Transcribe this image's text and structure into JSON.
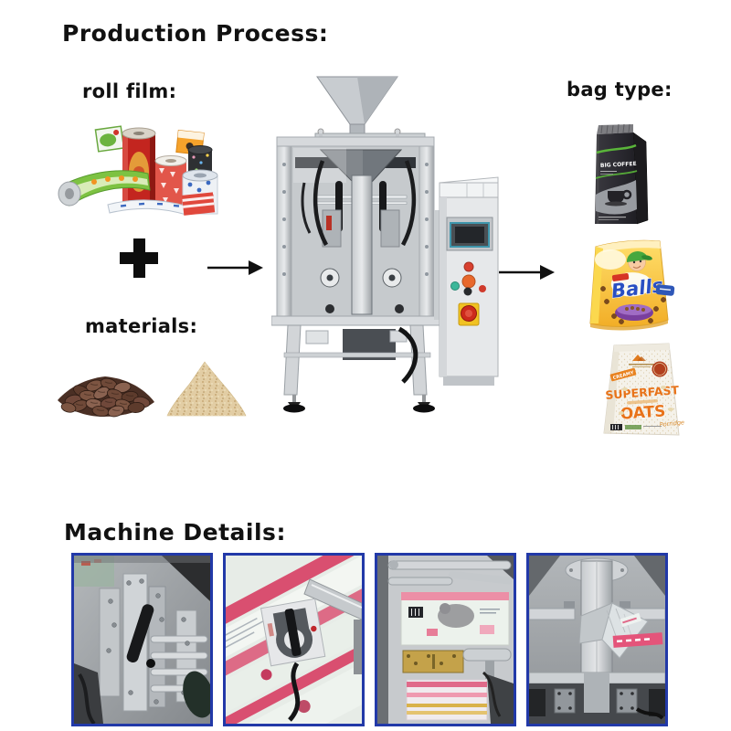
{
  "page": {
    "title": "Production Process:",
    "machine_details_title": "Machine Details:"
  },
  "labels": {
    "roll_film": "roll film:",
    "materials": "materials:",
    "bag_type": "bag type:"
  },
  "symbols": {
    "plus": "+"
  },
  "bags": {
    "coffee_brand": "BIG COFFEE",
    "snack_brand": "Balls",
    "oats_ribbon": "CREAMY",
    "oats_line1": "SUPERFAST",
    "oats_line2": "OATS",
    "oats_script": "Porridge"
  },
  "colors": {
    "background": "#ffffff",
    "text": "#111111",
    "photo_frame_blue": "#2239a8",
    "machine_steel": "#d9dcdf",
    "film_green": "#7dc242",
    "film_red": "#c3251f",
    "coffee_bag_dark": "#2b2a2e",
    "snack_bag_yellow": "#f8c63d",
    "snack_brand_blue": "#2a4fc2",
    "oats_accent_orange": "#e8731a"
  }
}
